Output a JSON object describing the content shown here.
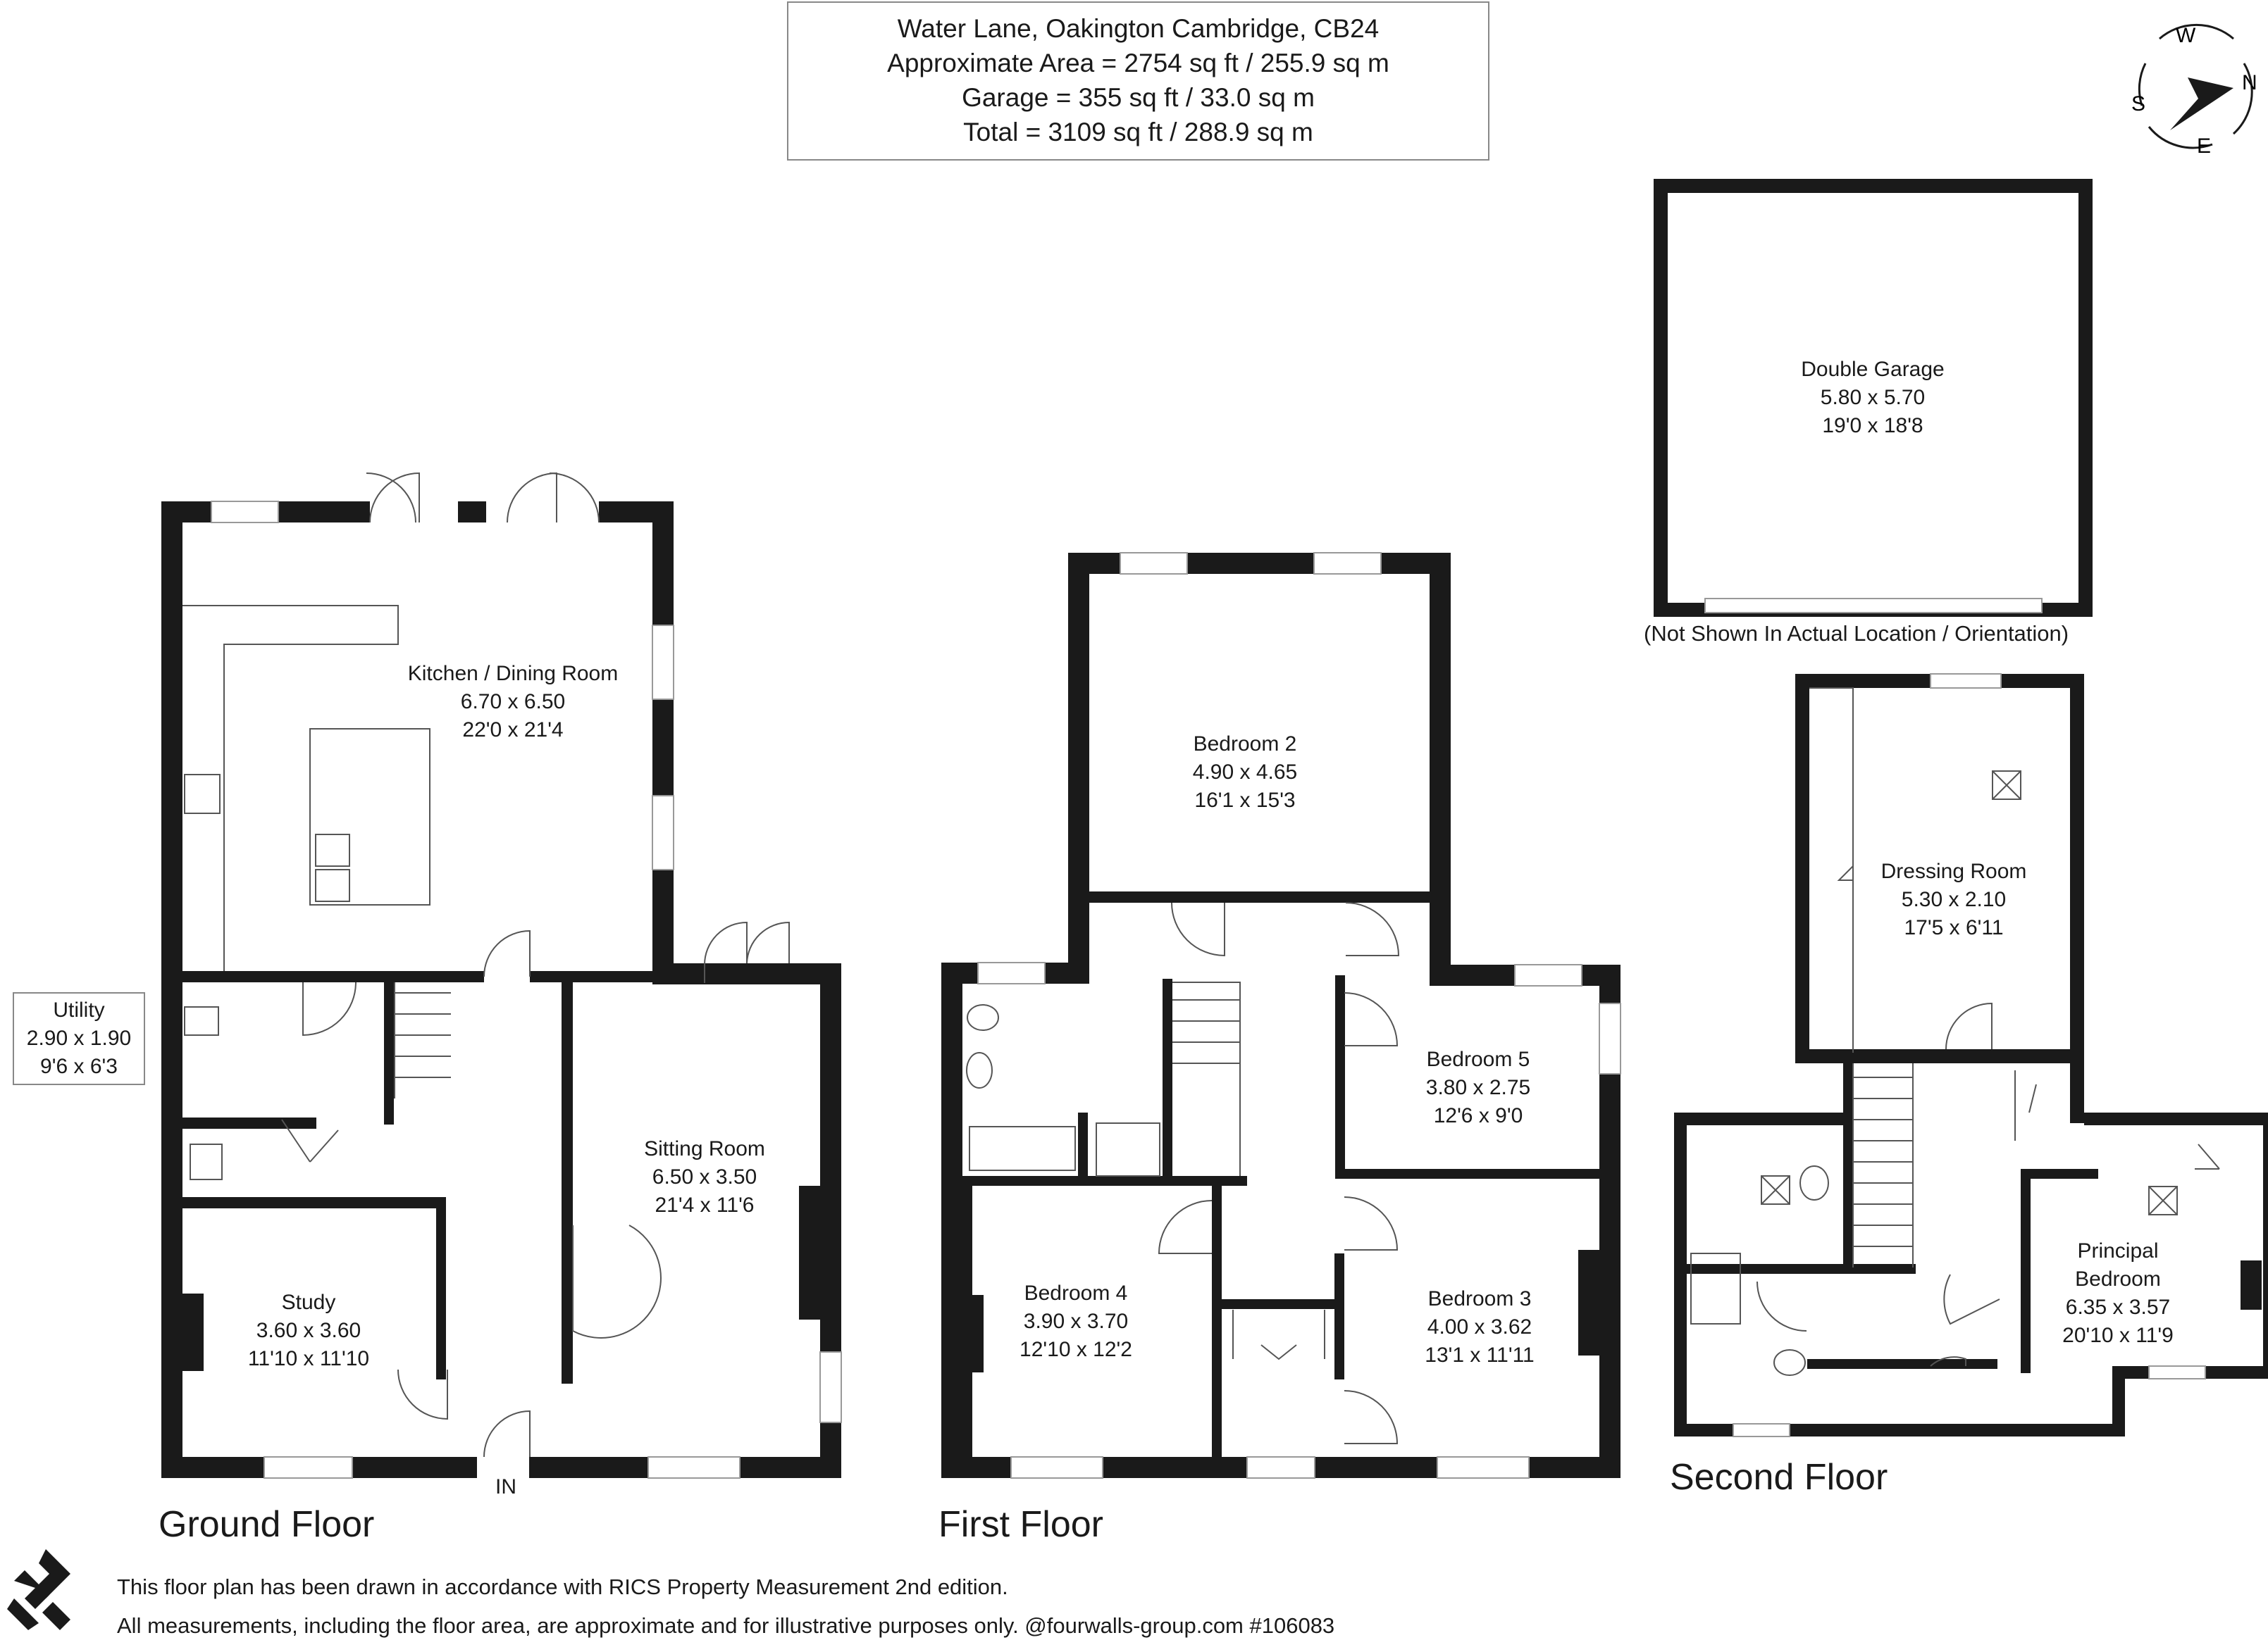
{
  "header": {
    "address": "Water Lane, Oakington Cambridge, CB24",
    "approx_area": "Approximate Area = 2754 sq ft / 255.9 sq m",
    "garage_area": "Garage = 355 sq ft / 33.0 sq m",
    "total_area": "Total = 3109 sq ft / 288.9 sq m"
  },
  "compass": {
    "n": "N",
    "s": "S",
    "e": "E",
    "w": "W"
  },
  "floors": {
    "ground": "Ground Floor",
    "first": "First Floor",
    "second": "Second Floor"
  },
  "rooms": {
    "kitchen": {
      "name": "Kitchen / Dining Room",
      "metric": "6.70 x 6.50",
      "imperial": "22'0 x 21'4"
    },
    "utility": {
      "name": "Utility",
      "metric": "2.90 x 1.90",
      "imperial": "9'6 x 6'3"
    },
    "sitting": {
      "name": "Sitting Room",
      "metric": "6.50 x 3.50",
      "imperial": "21'4 x 11'6"
    },
    "study": {
      "name": "Study",
      "metric": "3.60 x 3.60",
      "imperial": "11'10 x 11'10"
    },
    "bedroom2": {
      "name": "Bedroom 2",
      "metric": "4.90 x 4.65",
      "imperial": "16'1 x 15'3"
    },
    "bedroom5": {
      "name": "Bedroom 5",
      "metric": "3.80 x 2.75",
      "imperial": "12'6 x 9'0"
    },
    "bedroom4": {
      "name": "Bedroom 4",
      "metric": "3.90 x 3.70",
      "imperial": "12'10 x 12'2"
    },
    "bedroom3": {
      "name": "Bedroom 3",
      "metric": "4.00 x 3.62",
      "imperial": "13'1 x 11'11"
    },
    "garage": {
      "name": "Double Garage",
      "metric": "5.80 x 5.70",
      "imperial": "19'0 x 18'8"
    },
    "dressing": {
      "name": "Dressing Room",
      "metric": "5.30 x 2.10",
      "imperial": "17'5 x 6'11"
    },
    "principal": {
      "name_line1": "Principal",
      "name_line2": "Bedroom",
      "metric": "6.35 x 3.57",
      "imperial": "20'10 x 11'9"
    }
  },
  "entrance_label": "IN",
  "garage_note": "(Not Shown In Actual Location / Orientation)",
  "footer": {
    "line1": "This floor plan has been drawn in accordance with RICS Property Measurement 2nd edition.",
    "line2": "All measurements, including the floor area, are approximate and for illustrative purposes only. @fourwalls-group.com #106083"
  },
  "colors": {
    "wall": "#1a1a1a",
    "window": "#bfbfbf",
    "fixture": "#555555",
    "border": "#888888"
  }
}
